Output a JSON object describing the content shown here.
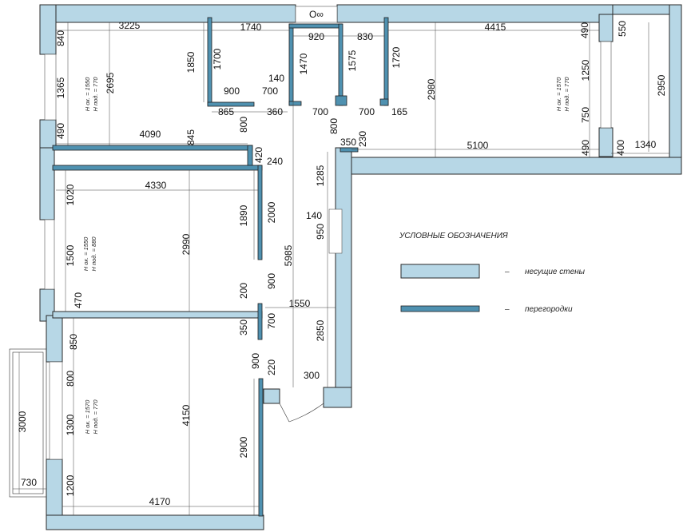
{
  "legend": {
    "title": "УСЛОВНЫЕ ОБОЗНАЧЕНИЯ",
    "dash": "–",
    "bearing_walls": "несущие стены",
    "partitions": "перегородки",
    "bearing_color": "#b7d7e6",
    "partition_color": "#4f91b0"
  },
  "fixture_label": "О∞",
  "room_notes": {
    "room_nw_1": "Н ок. = 1550",
    "room_nw_2": "Н под. = 770",
    "room_ne_1": "Н ок. = 1570",
    "room_ne_2": "Н под. = 770",
    "room_w_1": "Н ок. = 1550",
    "room_w_2": "Н под. = 880",
    "room_sw_1": "Н ок. = 1570",
    "room_sw_2": "Н под. = 770"
  },
  "dims": {
    "d3225": "3225",
    "d1740": "1740",
    "d920": "920",
    "d830": "830",
    "d4415": "4415",
    "d490a": "490",
    "d550": "550",
    "d840": "840",
    "d2695": "2695",
    "d1850": "1850",
    "d1700": "1700",
    "d1470": "1470",
    "d1575": "1575",
    "d1720": "1720",
    "d2980": "2980",
    "d1250": "1250",
    "d2950": "2950",
    "d140a": "140",
    "d900a": "900",
    "d700a": "700",
    "d1365": "1365",
    "d865": "865",
    "d360": "360",
    "d700b": "700",
    "d700c": "700",
    "d165": "165",
    "d750": "750",
    "d490b": "490",
    "d800a": "800",
    "d800b": "800",
    "d4090": "4090",
    "d845": "845",
    "d350a": "350",
    "d230": "230",
    "d5100": "5100",
    "d490c": "490",
    "d400": "400",
    "d1340": "1340",
    "d420": "420",
    "d240": "240",
    "d1020": "1020",
    "d4330": "4330",
    "d1285": "1285",
    "d1890": "1890",
    "d2000": "2000",
    "d140b": "140",
    "d2990": "2990",
    "d950": "950",
    "d1500": "1500",
    "d5985": "5985",
    "d200": "200",
    "d900b": "900",
    "d470": "470",
    "d1550": "1550",
    "d350b": "350",
    "d700d": "700",
    "d2850": "2850",
    "d850": "850",
    "d900c": "900",
    "d220": "220",
    "d300": "300",
    "d800c": "800",
    "d4150": "4150",
    "d1300": "1300",
    "d3000": "3000",
    "d2900": "2900",
    "d1200": "1200",
    "d730": "730",
    "d4170": "4170"
  }
}
